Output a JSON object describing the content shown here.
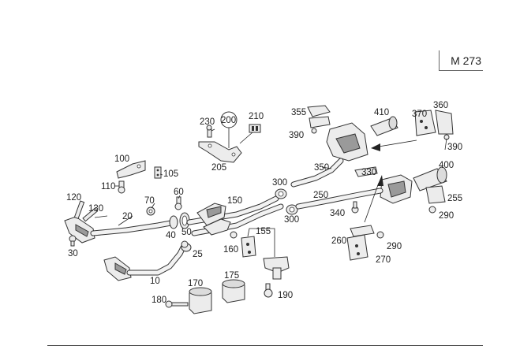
{
  "model_code": "M 273",
  "callouts": {
    "c10": "10",
    "c20": "20",
    "c25": "25",
    "c30": "30",
    "c40": "40",
    "c50": "50",
    "c60": "60",
    "c70": "70",
    "c100": "100",
    "c105": "105",
    "c110": "110",
    "c120": "120",
    "c130": "130",
    "c150": "150",
    "c155": "155",
    "c160": "160",
    "c170": "170",
    "c175": "175",
    "c180": "180",
    "c190": "190",
    "c200": "200",
    "c205": "205",
    "c210": "210",
    "c230": "230",
    "c250": "250",
    "c255": "255",
    "c260": "260",
    "c270": "270",
    "c290a": "290",
    "c290b": "290",
    "c300a": "300",
    "c300b": "300",
    "c330": "330",
    "c340": "340",
    "c350": "350",
    "c355": "355",
    "c360": "360",
    "c370": "370",
    "c390a": "390",
    "c390b": "390",
    "c400": "400",
    "c410": "410"
  }
}
